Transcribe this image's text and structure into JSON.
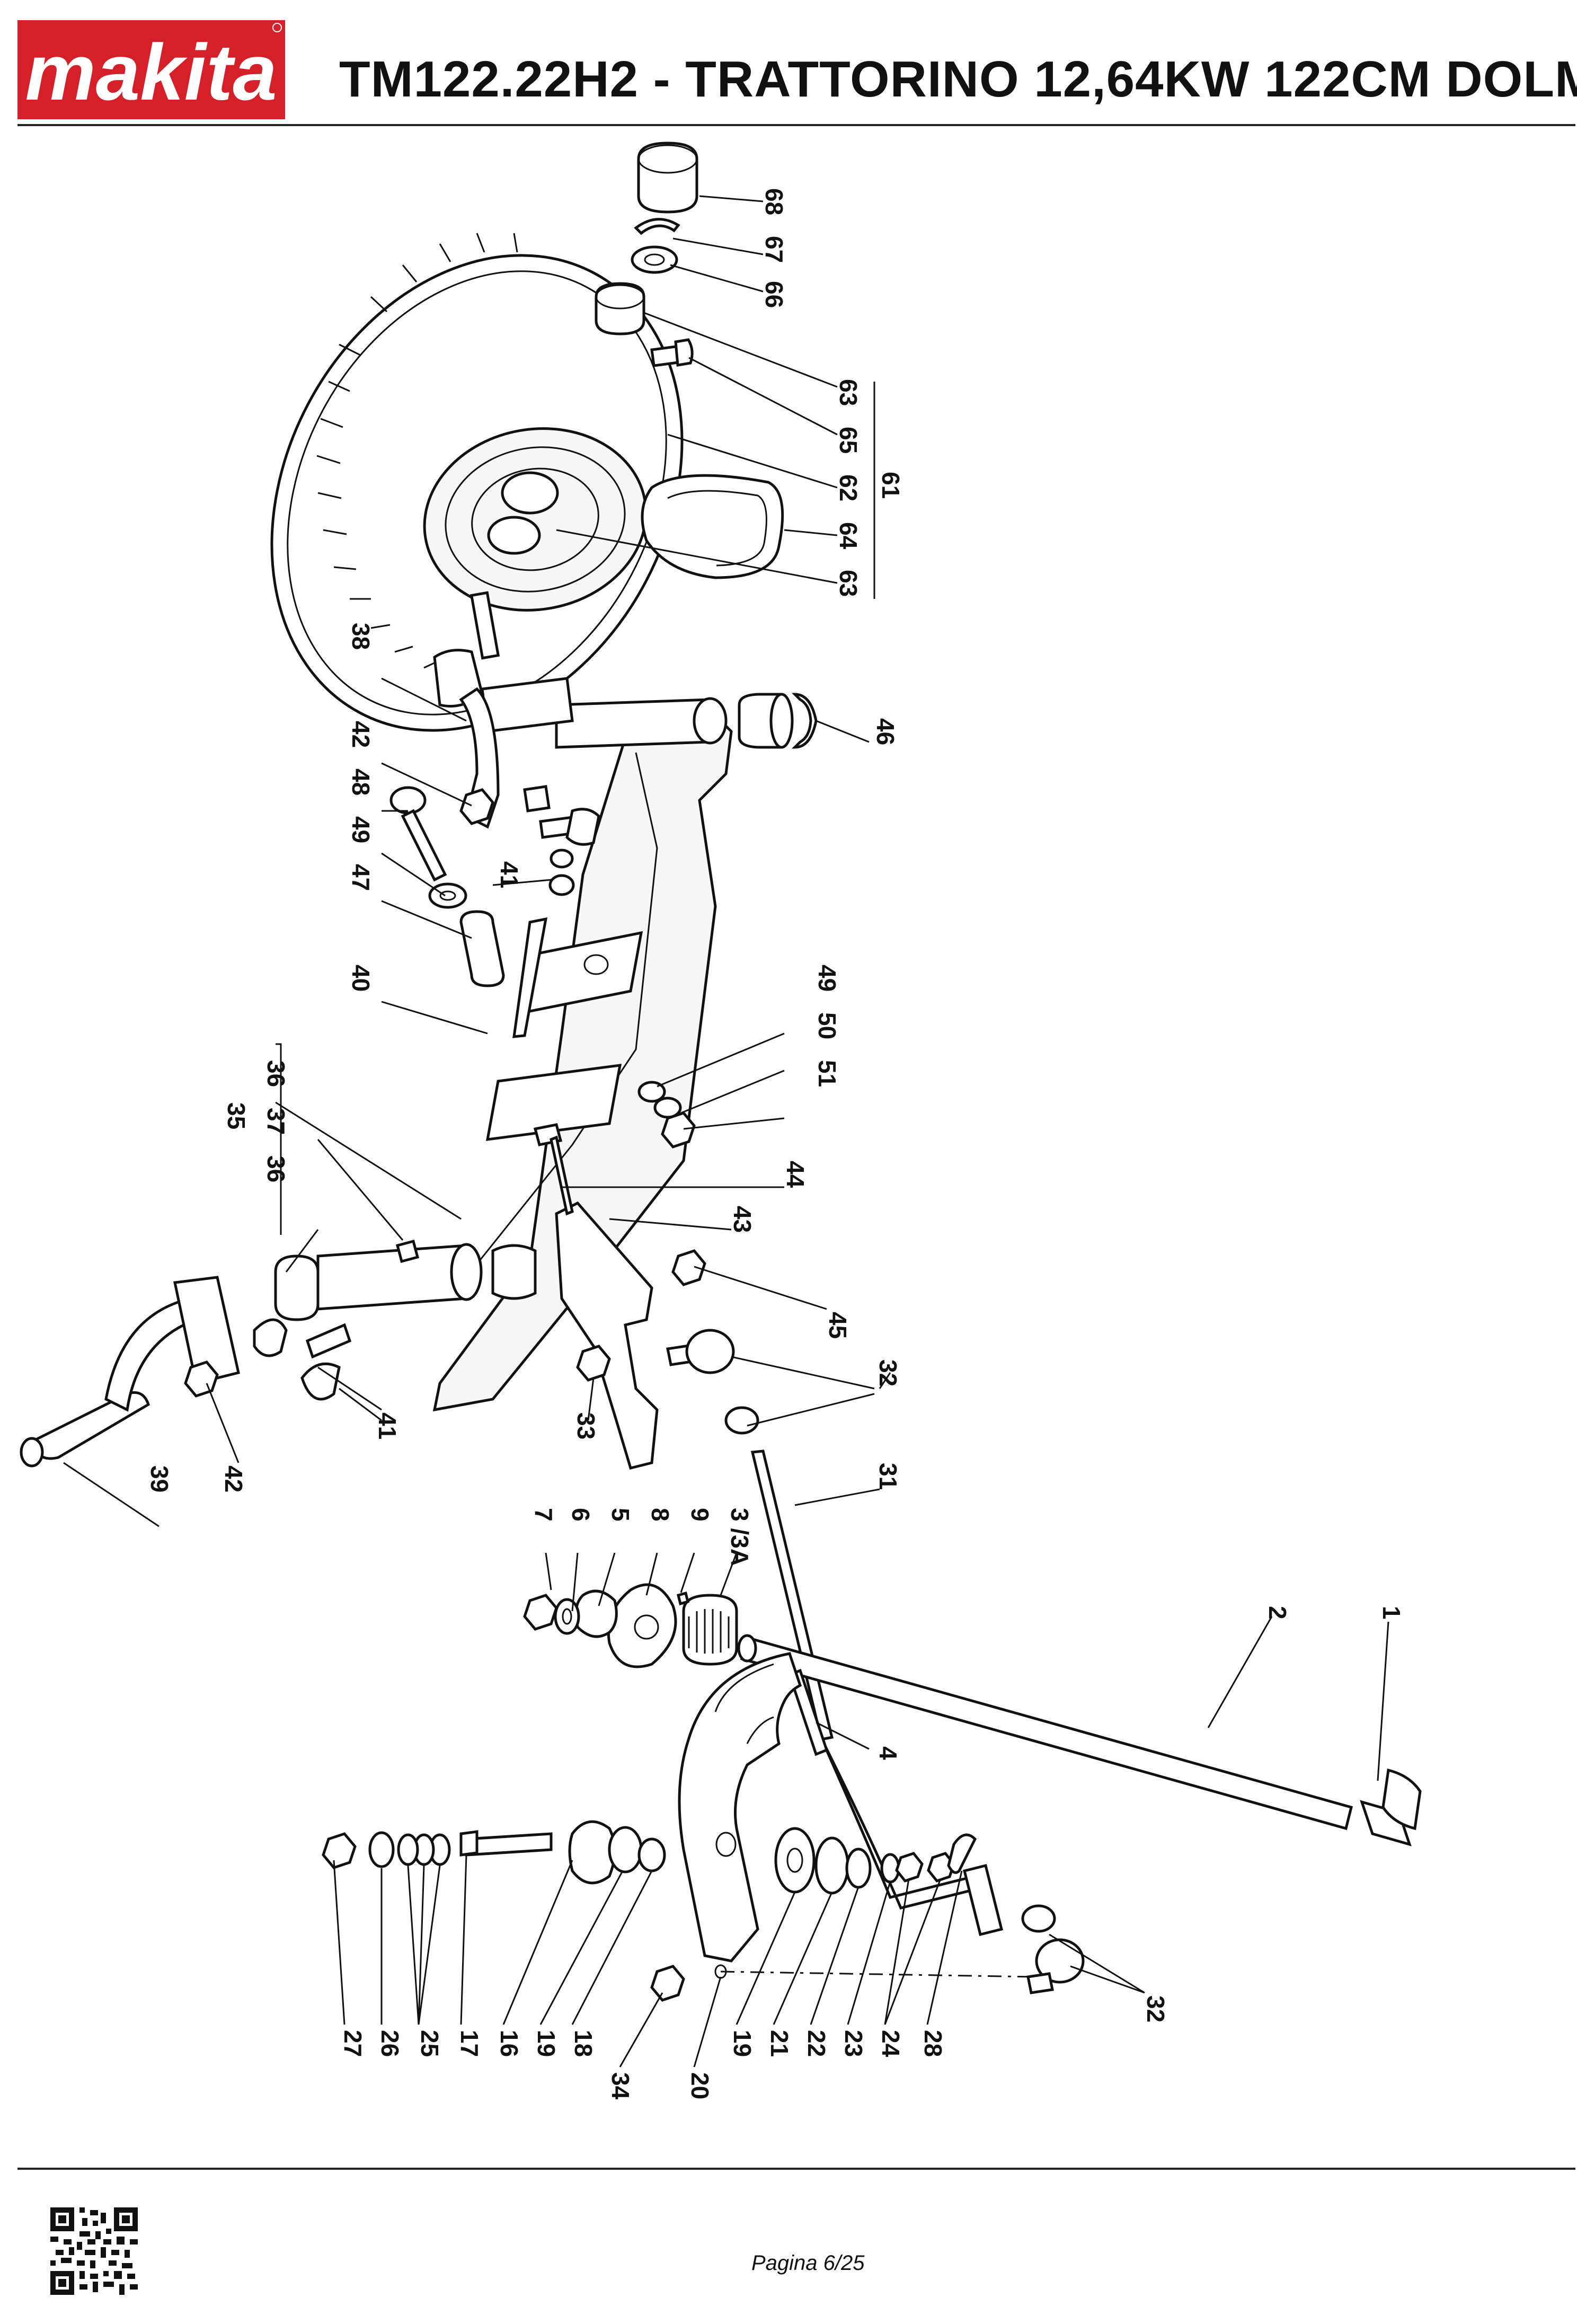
{
  "header": {
    "brand": "makita",
    "title": "TM122.22H2 - TRATTORINO 12,64KW 122CM DOLM"
  },
  "footer": {
    "page": "Pagina 6/25"
  },
  "colors": {
    "brand_red": "#d5202a",
    "ink": "#111111"
  },
  "callouts": [
    {
      "id": "c68",
      "text": "68"
    },
    {
      "id": "c67",
      "text": "67"
    },
    {
      "id": "c66",
      "text": "66"
    },
    {
      "id": "c63a",
      "text": "63"
    },
    {
      "id": "c65",
      "text": "65"
    },
    {
      "id": "c62",
      "text": "62"
    },
    {
      "id": "c61",
      "text": "61"
    },
    {
      "id": "c64",
      "text": "64"
    },
    {
      "id": "c63b",
      "text": "63"
    },
    {
      "id": "c38",
      "text": "38"
    },
    {
      "id": "c46",
      "text": "46"
    },
    {
      "id": "c42a",
      "text": "42"
    },
    {
      "id": "c48",
      "text": "48"
    },
    {
      "id": "c49a",
      "text": "49"
    },
    {
      "id": "c47",
      "text": "47"
    },
    {
      "id": "c41a",
      "text": "41"
    },
    {
      "id": "c40",
      "text": "40"
    },
    {
      "id": "c49b",
      "text": "49"
    },
    {
      "id": "c50",
      "text": "50"
    },
    {
      "id": "c51",
      "text": "51"
    },
    {
      "id": "c36a",
      "text": "36"
    },
    {
      "id": "c35",
      "text": "35"
    },
    {
      "id": "c37",
      "text": "37"
    },
    {
      "id": "c36b",
      "text": "36"
    },
    {
      "id": "c44",
      "text": "44"
    },
    {
      "id": "c43",
      "text": "43"
    },
    {
      "id": "c45",
      "text": "45"
    },
    {
      "id": "c41b",
      "text": "41"
    },
    {
      "id": "c42b",
      "text": "42"
    },
    {
      "id": "c39",
      "text": "39"
    },
    {
      "id": "c33",
      "text": "33"
    },
    {
      "id": "c32a",
      "text": "32"
    },
    {
      "id": "c31",
      "text": "31"
    },
    {
      "id": "c7",
      "text": "7"
    },
    {
      "id": "c6",
      "text": "6"
    },
    {
      "id": "c5",
      "text": "5"
    },
    {
      "id": "c8",
      "text": "8"
    },
    {
      "id": "c9",
      "text": "9"
    },
    {
      "id": "c3",
      "text": "3 /3A"
    },
    {
      "id": "c2",
      "text": "2"
    },
    {
      "id": "c1",
      "text": "1"
    },
    {
      "id": "c4",
      "text": "4"
    },
    {
      "id": "c27",
      "text": "27"
    },
    {
      "id": "c26",
      "text": "26"
    },
    {
      "id": "c25",
      "text": "25"
    },
    {
      "id": "c17",
      "text": "17"
    },
    {
      "id": "c16",
      "text": "16"
    },
    {
      "id": "c19a",
      "text": "19"
    },
    {
      "id": "c18",
      "text": "18"
    },
    {
      "id": "c34",
      "text": "34"
    },
    {
      "id": "c20",
      "text": "20"
    },
    {
      "id": "c19b",
      "text": "19"
    },
    {
      "id": "c21",
      "text": "21"
    },
    {
      "id": "c22",
      "text": "22"
    },
    {
      "id": "c23",
      "text": "23"
    },
    {
      "id": "c24",
      "text": "24"
    },
    {
      "id": "c28",
      "text": "28"
    },
    {
      "id": "c32b",
      "text": "32"
    }
  ]
}
